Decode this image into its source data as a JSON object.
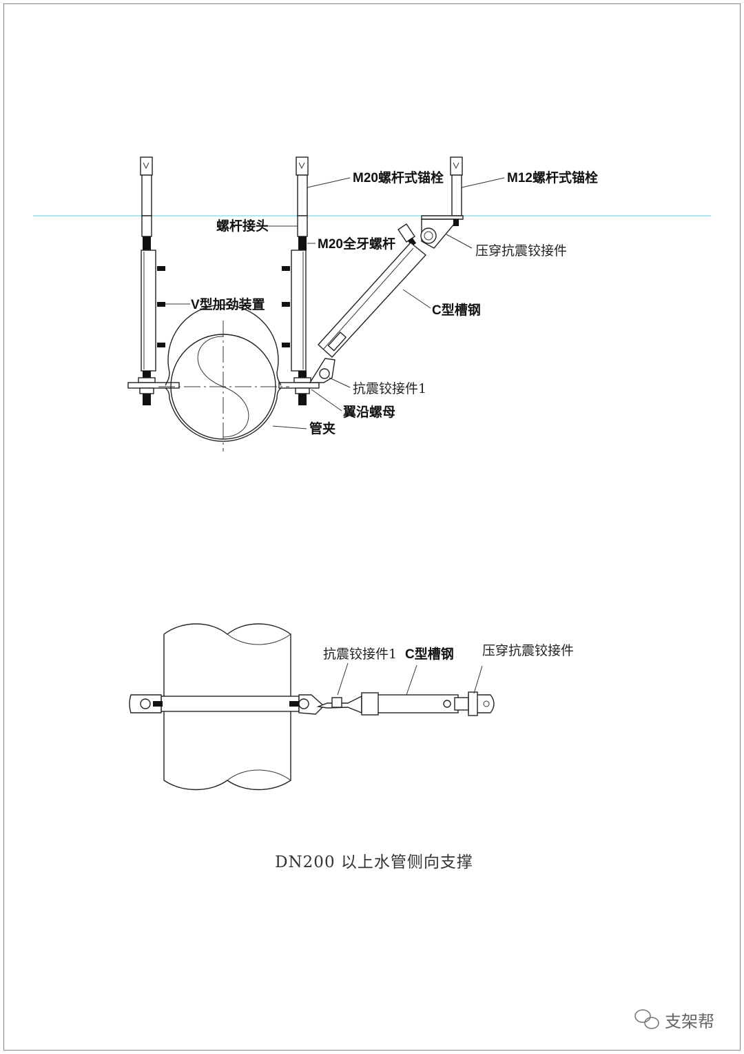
{
  "drawing": {
    "title": "DN200 以上水管侧向支撑",
    "watermark": "支架帮",
    "colors": {
      "ceiling_line": "#7fd6e6",
      "ink": "#222222"
    },
    "side_view_labels": {
      "m20_anchor": "M20螺杆式锚栓",
      "m12_anchor": "M12螺杆式锚栓",
      "rod_coupler": "螺杆接头",
      "m20_threaded_rod": "M20全牙螺杆",
      "press_hinge": "压穿抗震铰接件",
      "v_stiffener": "V型加劲装置",
      "c_channel": "C型槽钢",
      "seismic_hinge_1": "抗震铰接件1",
      "flange_nut": "翼沿螺母",
      "pipe_clamp": "管夹"
    },
    "plan_view_labels": {
      "seismic_hinge_1": "抗震铰接件1",
      "c_channel": "C型槽钢",
      "press_hinge": "压穿抗震铰接件"
    }
  }
}
